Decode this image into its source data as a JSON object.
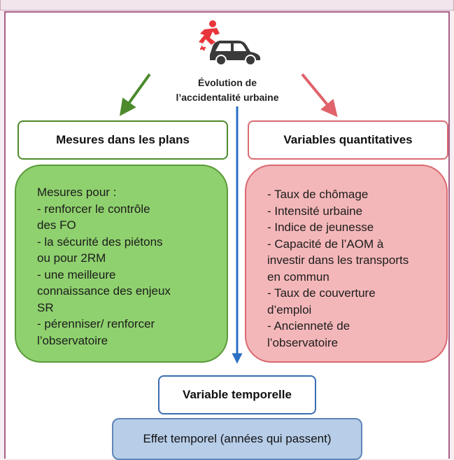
{
  "diagram": {
    "title_lines": [
      "Évolution de",
      "l’accidentalité urbaine"
    ],
    "icon": "car-pedestrian-accident-icon",
    "left": {
      "header": "Mesures dans les plans",
      "lines": [
        "Mesures pour :",
        "- renforcer le contrôle",
        "des FO",
        "- la sécurité des piétons",
        "ou pour 2RM",
        "- une meilleure",
        "connaissance des enjeux",
        "SR",
        "- pérenniser/ renforcer",
        "l’observatoire"
      ],
      "color": "#8fd16e"
    },
    "right": {
      "header": "Variables quantitatives",
      "lines": [
        "- Taux de chômage",
        "- Intensité urbaine",
        "- Indice de jeunesse",
        "- Capacité de l’AOM à",
        "investir dans les transports",
        "en commun",
        "- Taux de couverture",
        "d’emploi",
        "- Ancienneté de",
        "l’observatoire"
      ],
      "color": "#f4b7b9"
    },
    "bottom": {
      "header": "Variable temporelle",
      "effect": "Effet temporel (années qui passent)"
    },
    "colors": {
      "green_arrow": "#4d8a2c",
      "red_arrow": "#e0626a",
      "blue_arrow": "#2b6fc4",
      "frame": "#a85f86"
    }
  }
}
